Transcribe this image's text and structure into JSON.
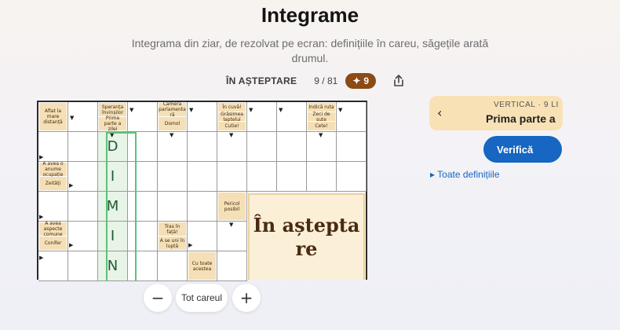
{
  "header": {
    "title": "Integrame",
    "subtitle": "Integrama din ziar, de rezolvat pe ecran: definițiile în careu, săgețile arată drumul."
  },
  "status": {
    "label": "ÎN AȘTEPTARE",
    "progress": "9 / 81",
    "hints": "9",
    "hint_icon": "sparkle-icon",
    "share_icon": "share-icon"
  },
  "clues": {
    "aflat": "Aflat la mare distanță",
    "speranta": "Speranța învinșilor",
    "prima": "Prima parte a zilei",
    "camera": "Cameră parlamenta ră",
    "domol": "Domol",
    "incuva": "În cuvă!",
    "grasimea": "Grăsimea laptelui",
    "cutie": "Cutie!",
    "indica": "Indică ruta",
    "zeci": "Zeci de sute",
    "cete": "Cete!",
    "aveaanume": "A avea o anume ocupație",
    "zeitati": "Zeități",
    "pericol": "Pericol posibil",
    "aveaaspecte": "A avea aspecte comune",
    "conifer": "Conifer",
    "tras": "Tras în față!",
    "seuni": "A se uni în luptă",
    "cutoate": "Cu toate acestea"
  },
  "answer_letters": [
    "D",
    "I",
    "M",
    "I",
    "N"
  ],
  "overlay": {
    "waiting_text": "În așteptare"
  },
  "controls": {
    "zoom_out": "−",
    "fit": "Tot careul",
    "zoom_in": "+"
  },
  "side": {
    "back": "‹",
    "direction": "VERTICAL · 9 LI",
    "clue": "Prima parte a",
    "verify": "Verifică",
    "all_defs": "▸ Toate definițiile"
  },
  "colors": {
    "clue_bg": "#f5dfb6",
    "answer_bg": "#e7f4e7",
    "accent": "#1766c2",
    "hint_badge": "#8b4a16"
  }
}
